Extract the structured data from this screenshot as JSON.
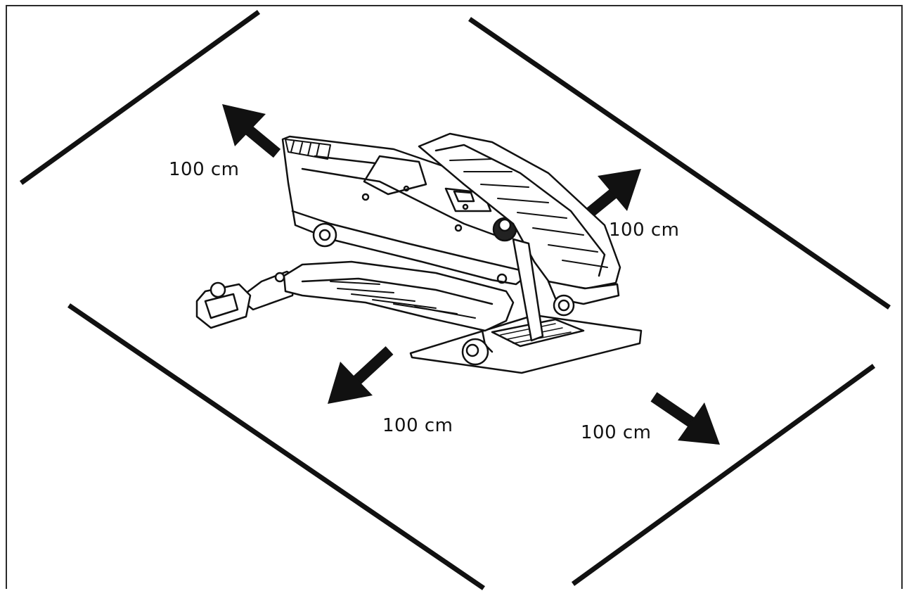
{
  "diagram": {
    "colors": {
      "line": "#111111",
      "frame": "#2a2a2a",
      "background": "#ffffff"
    },
    "clearance_labels": {
      "top_left": "100 cm",
      "top_right": "100 cm",
      "bottom_left": "100 cm",
      "bottom_right": "100 cm"
    },
    "icons": {
      "arrow": "arrow-icon",
      "machine": "mini-elliptical-stepper-illustration"
    }
  }
}
